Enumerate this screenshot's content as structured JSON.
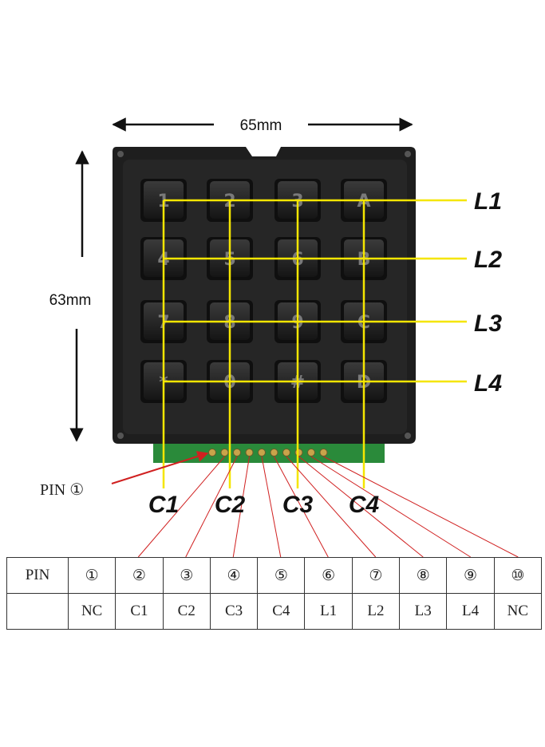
{
  "dimensions": {
    "width_label": "65mm",
    "height_label": "63mm"
  },
  "keys": [
    [
      "1",
      "2",
      "3",
      "A"
    ],
    [
      "4",
      "5",
      "6",
      "B"
    ],
    [
      "7",
      "8",
      "9",
      "C"
    ],
    [
      "*",
      "0",
      "#",
      "D"
    ]
  ],
  "row_labels": [
    "L1",
    "L2",
    "L3",
    "L4"
  ],
  "column_labels": [
    "C1",
    "C2",
    "C3",
    "C4"
  ],
  "pin1_label": "PIN ①",
  "colors": {
    "wire": "#f5e600",
    "leader": "#d02020",
    "pcb": "#2a8a3a",
    "keypad": "#1e1e1e"
  },
  "table": {
    "header": "PIN",
    "pins": [
      "①",
      "②",
      "③",
      "④",
      "⑤",
      "⑥",
      "⑦",
      "⑧",
      "⑨",
      "⑩"
    ],
    "functions": [
      "NC",
      "C1",
      "C2",
      "C3",
      "C4",
      "L1",
      "L2",
      "L3",
      "L4",
      "NC"
    ]
  }
}
